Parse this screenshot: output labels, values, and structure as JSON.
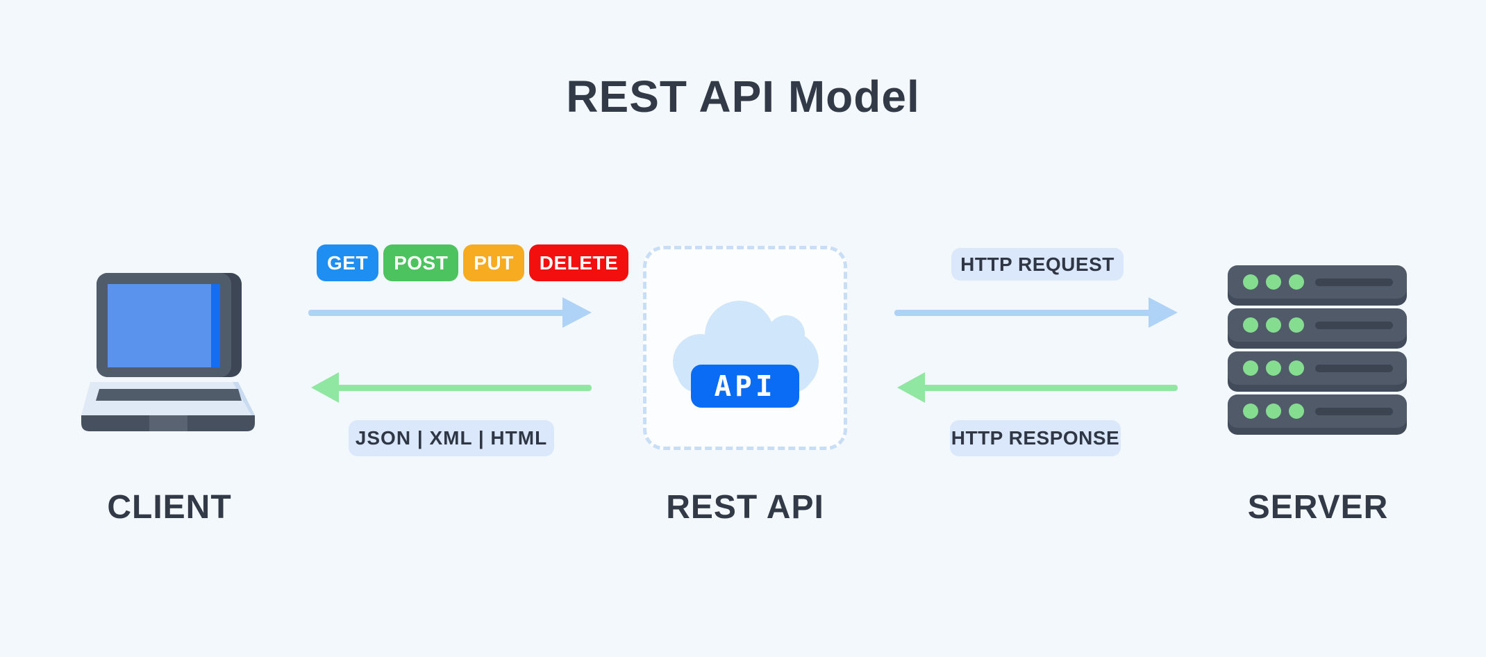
{
  "title": "REST API Model",
  "colors": {
    "background": "#f3f8fc",
    "heading_text": "#323a48",
    "pill_background": "#dbe7fa",
    "request_arrow": "#afd3f6",
    "response_arrow": "#90e7a1",
    "api_badge_background": "#0a6cf5",
    "cloud": "#cfe6fb",
    "dashed_border": "#c8def6",
    "server_led_green": "#85dd90",
    "laptop_screen_blue": "#5a93ee"
  },
  "nodes": {
    "client": {
      "label": "CLIENT",
      "icon": "laptop-icon"
    },
    "api": {
      "label": "REST API",
      "badge": "API",
      "icon": "cloud-icon"
    },
    "server": {
      "label": "SERVER",
      "icon": "server-rack-icon"
    }
  },
  "flows": {
    "client_to_api": {
      "direction": "right",
      "methods": [
        {
          "label": "GET",
          "color": "#1e8ef2"
        },
        {
          "label": "POST",
          "color": "#4cc35f"
        },
        {
          "label": "PUT",
          "color": "#f7ab20"
        },
        {
          "label": "DELETE",
          "color": "#f40f0f"
        }
      ]
    },
    "api_to_client": {
      "direction": "left",
      "label": "JSON | XML | HTML"
    },
    "api_to_server": {
      "direction": "right",
      "label": "HTTP REQUEST"
    },
    "server_to_api": {
      "direction": "left",
      "label": "HTTP RESPONSE"
    }
  }
}
